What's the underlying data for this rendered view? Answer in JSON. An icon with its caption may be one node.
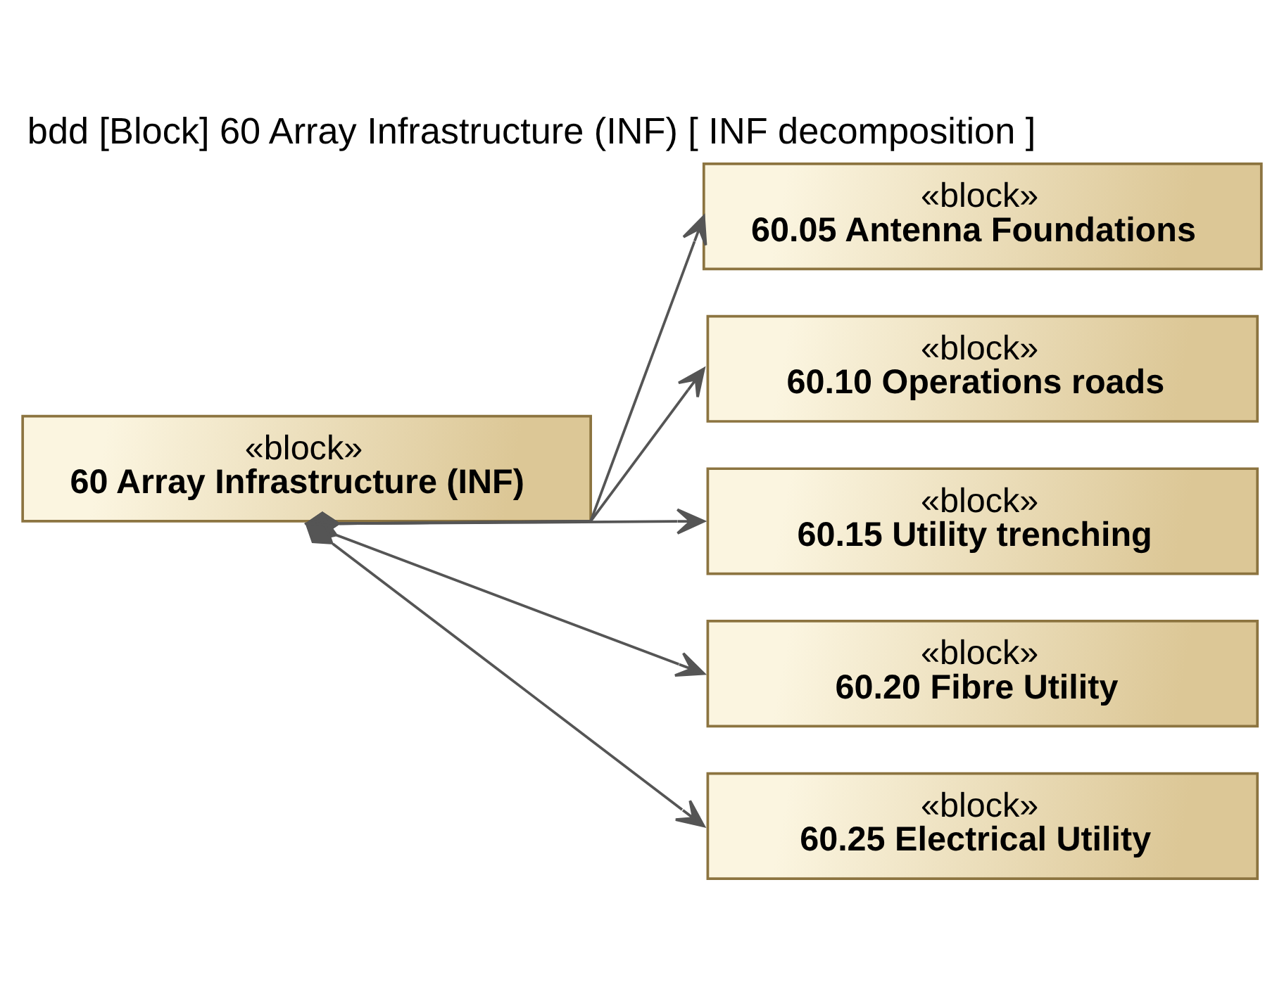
{
  "diagram": {
    "title": "bdd [Block] 60 Array Infrastructure (INF) [ INF decomposition ]",
    "nodes": [
      {
        "text": [
          "«block»",
          "60 Array Infrastructure (INF)"
        ]
      },
      {
        "text": [
          "«block»",
          "60.05 Antenna Foundations"
        ]
      },
      {
        "text": [
          "«block»",
          "60.10 Operations roads"
        ]
      },
      {
        "text": [
          "«block»",
          "60.15 Utility trenching"
        ]
      },
      {
        "text": [
          "«block»",
          "60.20 Fibre Utility"
        ]
      },
      {
        "text": [
          "«block»",
          "60.25 Electrical Utility"
        ]
      }
    ],
    "edges": [
      {
        "from": 0,
        "to": 1,
        "arrow": "to"
      },
      {
        "from": 0,
        "to": 2,
        "arrow": "to"
      },
      {
        "from": 0,
        "to": 3,
        "arrow": "to"
      },
      {
        "from": 0,
        "to": 4,
        "arrow": "to"
      },
      {
        "from": 0,
        "to": 5,
        "arrow": "to"
      }
    ]
  }
}
